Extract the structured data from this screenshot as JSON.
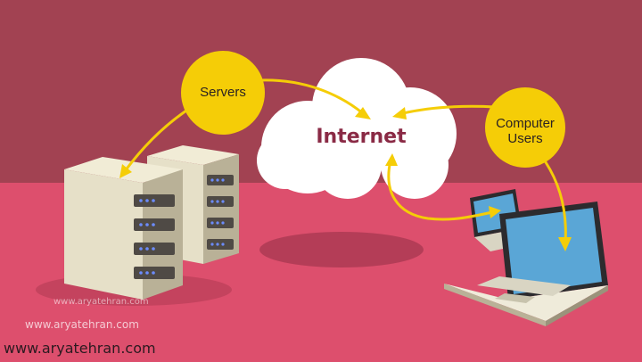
{
  "diagram": {
    "center_label": "Internet",
    "servers_label": "Servers",
    "users_label": "Computer\nUsers"
  },
  "watermarks": {
    "small": "www.aryatehran.com",
    "medium": "www.aryatehran.com",
    "main": "www.aryatehran.com"
  },
  "colors": {
    "wall": "#a24252",
    "floor": "#dd4f6d",
    "bubble": "#f5cd07",
    "arrow": "#f5cd07",
    "cloud": "#ffffff",
    "internet_text": "#8a2a45",
    "server_body": "#e6e0c8",
    "screen": "#5aa6d6"
  }
}
